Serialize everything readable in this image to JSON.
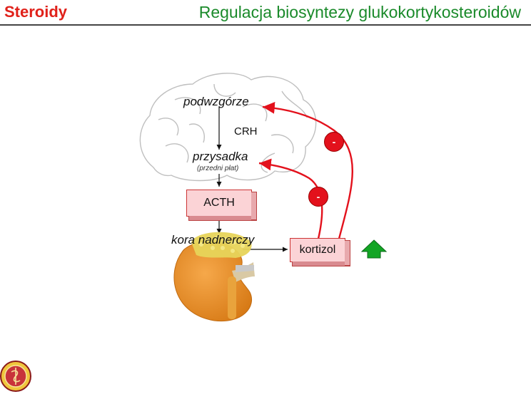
{
  "header": {
    "title_left": "Steroidy",
    "title_right": "Regulacja biosyntezy glukokortykosteroidów"
  },
  "diagram": {
    "hypothalamus": "podwzgórze",
    "hormone_crh": "CRH",
    "pituitary": "przysadka",
    "pituitary_note": "(przedni płat)",
    "acth": "ACTH",
    "adrenal_cortex": "kora nadnerczy",
    "cortisol": "kortizol",
    "inhibit_1": "-",
    "inhibit_2": "-"
  },
  "colors": {
    "accent_red": "#e0211a",
    "title_green": "#1a8a2a",
    "box_fill": "#fbd3d6",
    "arrow_green": "#12a524"
  },
  "icons": [
    "brain-outline",
    "adrenal-gland",
    "up-arrow-icon",
    "university-seal"
  ]
}
